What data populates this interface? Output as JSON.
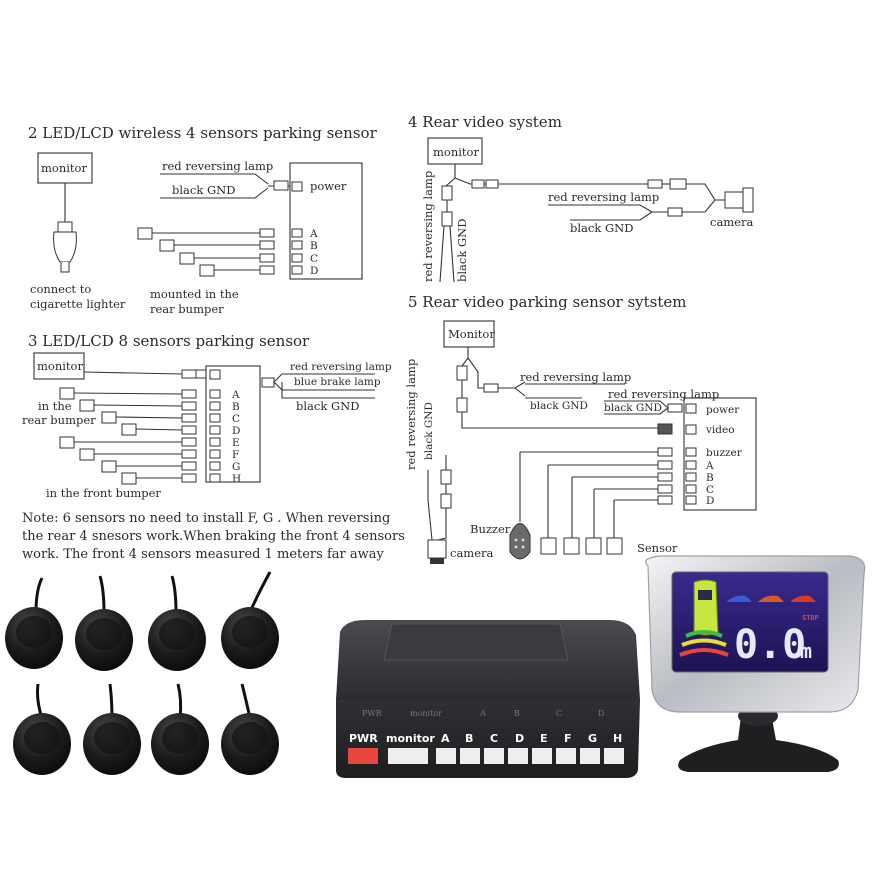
{
  "sections": {
    "s2": {
      "title": "2 LED/LCD wireless 4 sensors parking sensor",
      "monitor": "monitor",
      "red_lamp": "red reversing lamp",
      "black_gnd": "black GND",
      "power": "power",
      "ports": [
        "A",
        "B",
        "C",
        "D"
      ],
      "connect_l1": "connect to",
      "connect_l2": "cigarette lighter",
      "mounted_l1": "mounted in the",
      "mounted_l2": "rear bumper"
    },
    "s3": {
      "title": "3 LED/LCD 8 sensors parking sensor",
      "monitor": "monitor",
      "red_lamp": "red reversing lamp",
      "blue_brake": "blue brake lamp",
      "black_gnd": "black GND",
      "ports": [
        "A",
        "B",
        "C",
        "D",
        "E",
        "F",
        "G",
        "H"
      ],
      "rear_l1": "in the",
      "rear_l2": "rear bumper",
      "front": "in the front bumper"
    },
    "s4": {
      "title": "4 Rear video system",
      "monitor": "monitor",
      "red_lamp": "red reversing lamp",
      "black_gnd": "black GND",
      "camera": "camera",
      "v_red": "red reversing lamp",
      "v_black": "black GND"
    },
    "s5": {
      "title": "5 Rear video parking sensor sytstem",
      "monitor": "Monitor",
      "red_lamp": "red reversing lamp",
      "black_gnd": "black GND",
      "red_lamp2": "red reversing lamp",
      "black_gnd2": "black GND",
      "ports": [
        "power",
        "video",
        "buzzer",
        "A",
        "B",
        "C",
        "D"
      ],
      "v_red": "red reversing lamp",
      "v_black": "black GND",
      "buzzer": "Buzzer",
      "camera": "camera",
      "sensor": "Sensor"
    }
  },
  "note": {
    "line1": "Note:  6 sensors no need to install F, G . When reversing",
    "line2": "the rear 4 snesors work.When braking the front 4 sensors",
    "line3": "work. The front 4 sensors measured 1 meters far away"
  },
  "control_box": {
    "silk": [
      "PWR",
      "monitor",
      "A",
      "B",
      "C",
      "D"
    ],
    "labels": [
      "PWR",
      "monitor",
      "A",
      "B",
      "C",
      "D",
      "E",
      "F",
      "G",
      "H"
    ]
  },
  "display": {
    "distance": "0.0",
    "unit": "m",
    "stop": "STOP"
  },
  "colors": {
    "box_body": "#2b2c2e",
    "sensor_body": "#1c1c1e",
    "connector_red": "#e8463c",
    "lcd_bg": "#2a1c6e",
    "lcd_text": "#e6e8ff"
  }
}
